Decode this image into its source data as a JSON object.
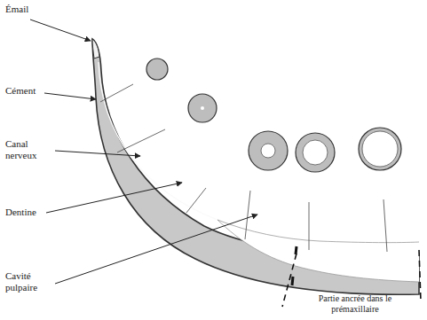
{
  "diagram": {
    "labels": [
      "Émail",
      "Cément",
      "Canal nerveux",
      "Dentine",
      "Cavité pulpaire",
      "Partie ancrée dans le prémaxillaire"
    ]
  }
}
